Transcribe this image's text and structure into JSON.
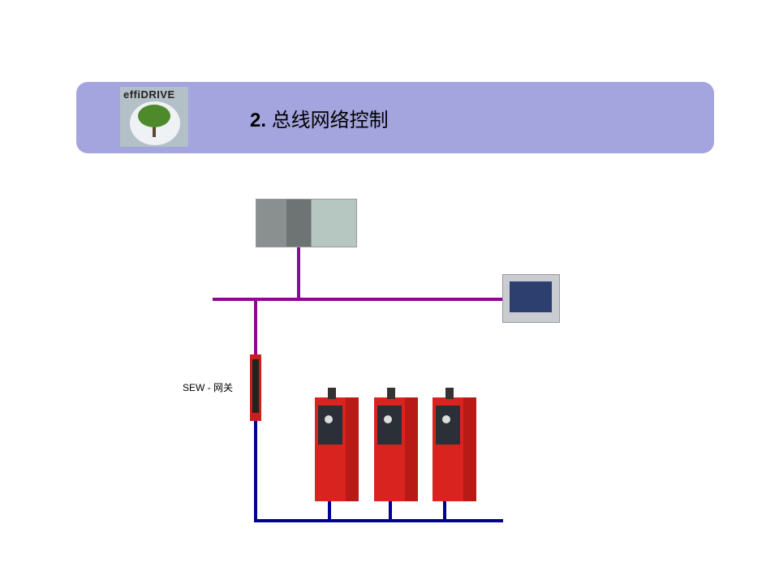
{
  "header": {
    "logo_text": "effiDRIVE",
    "title_number": "2.",
    "title_text": "总线网络控制"
  },
  "diagram": {
    "gateway_label": "SEW - 网关",
    "devices": [
      "plc",
      "hmi-touch-panel",
      "sew-gateway",
      "drive-1",
      "drive-2",
      "drive-3"
    ]
  },
  "colors": {
    "banner": "#a4a4de",
    "upper_bus": "#8b0b8b",
    "lower_bus": "#00008f",
    "drive": "#d8231e"
  }
}
